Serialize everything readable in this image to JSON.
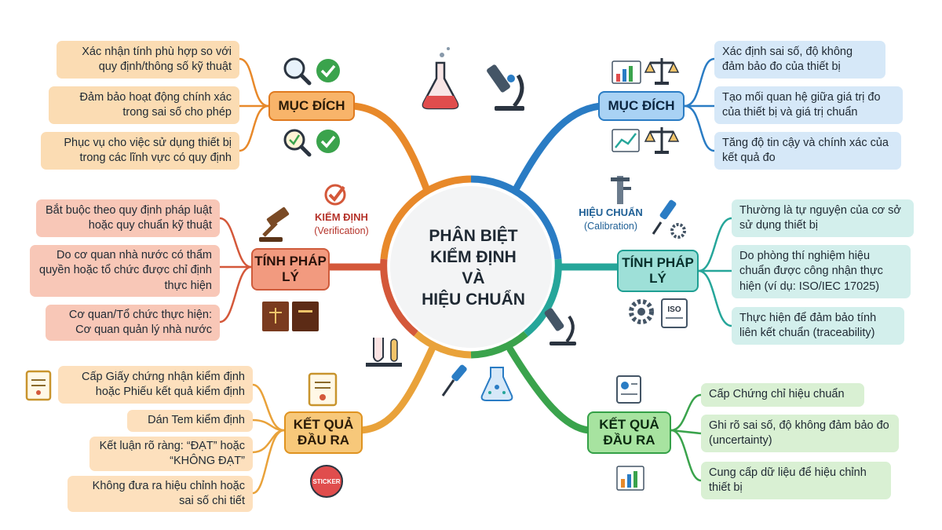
{
  "center": {
    "lines": [
      "PHÂN BIỆT",
      "KIỂM ĐỊNH",
      "VÀ",
      "HIỆU CHUẨN"
    ]
  },
  "verification": {
    "label": "KIỂM ĐỊNH",
    "sublabel": "(Verification)",
    "branches": [
      {
        "title": "MỤC ĐÍCH",
        "items": [
          "Xác nhận tính phù hợp so với quy định/thông số kỹ thuật",
          "Đảm bảo hoạt động chính xác trong sai số cho phép",
          "Phục vụ cho việc sử dụng thiết bị trong các lĩnh vực có quy định"
        ]
      },
      {
        "title": "TÍNH PHÁP LÝ",
        "items": [
          "Bắt buộc theo quy định pháp luật hoặc quy chuẩn kỹ thuật",
          "Do cơ quan nhà nước có thẩm quyền hoặc tổ chức được chỉ định thực hiện",
          "Cơ quan/Tổ chức thực hiện: Cơ quan quản lý nhà nước"
        ]
      },
      {
        "title": "KẾT QUẢ ĐẦU RA",
        "items": [
          "Cấp Giấy chứng nhận kiểm định hoặc Phiếu kết quả kiểm định",
          "Dán Tem kiểm định",
          "Kết luận rõ ràng: “ĐẠT” hoặc “KHÔNG ĐẠT”",
          "Không đưa ra hiệu chỉnh hoặc sai số chi tiết"
        ]
      }
    ]
  },
  "calibration": {
    "label": "HIỆU CHUẨN",
    "sublabel": "(Calibration)",
    "branches": [
      {
        "title": "MỤC ĐÍCH",
        "items": [
          "Xác định sai số, độ không đảm bảo đo của thiết bị",
          "Tạo mối quan hệ giữa giá trị đo của thiết bị và giá trị chuẩn",
          "Tăng độ tin cậy và chính xác của kết quả đo"
        ]
      },
      {
        "title": "TÍNH PHÁP LÝ",
        "items": [
          "Thường là tự nguyện của cơ sở sử dụng thiết bị",
          "Do phòng thí nghiệm hiệu chuẩn được công nhận thực hiện (ví dụ: ISO/IEC 17025)",
          "Thực hiện để đảm bảo tính liên kết chuẩn (traceability)"
        ]
      },
      {
        "title": "KẾT QUẢ ĐẦU RA",
        "items": [
          "Cấp Chứng chỉ hiệu chuẩn",
          "Ghi rõ sai số, độ không đảm bảo đo (uncertainty)",
          "Cung cấp dữ liệu để hiệu chỉnh thiết bị"
        ]
      }
    ]
  },
  "sticker_text": "STICKER",
  "iso_text": "ISO",
  "colors": {
    "orange": "#e8892a",
    "salmon": "#d4583a",
    "gold": "#e9a23a",
    "blue": "#2a7cc4",
    "teal": "#26a69a",
    "green": "#3aa34c"
  }
}
